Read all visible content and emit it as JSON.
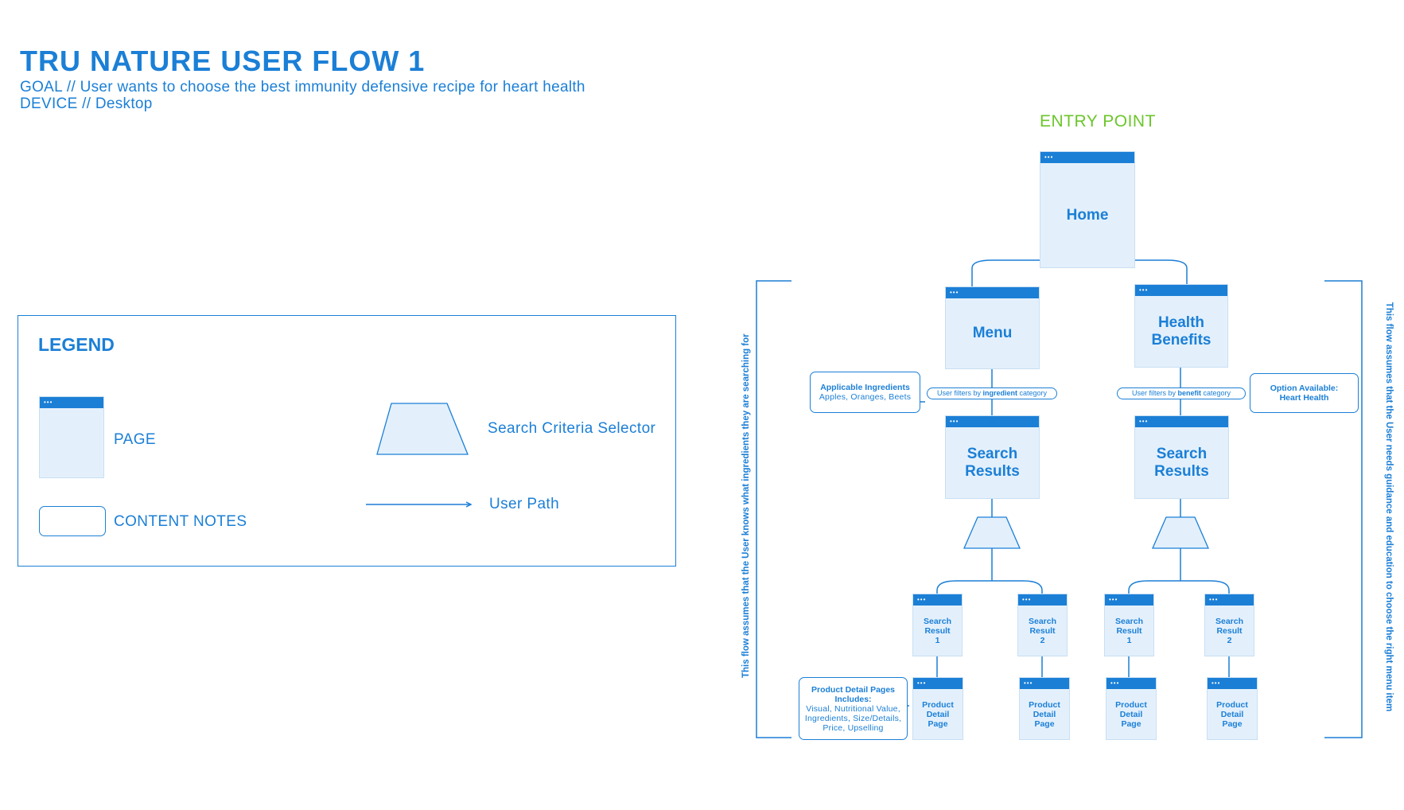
{
  "header": {
    "title": "TRU NATURE USER FLOW 1",
    "goal": "GOAL // User wants to choose the best immunity defensive recipe for heart health",
    "device": "DEVICE //  Desktop"
  },
  "entry_point": "ENTRY POINT",
  "legend": {
    "title": "LEGEND",
    "page": "PAGE",
    "content_notes": "CONTENT NOTES",
    "search_criteria_selector": "Search Criteria Selector",
    "user_path": "User Path"
  },
  "nodes": {
    "home": "Home",
    "menu": "Menu",
    "health_benefits": "Health\nBenefits",
    "search_results_left": "Search\nResults",
    "search_results_right": "Search\nResults",
    "search_result_l1": "Search\nResult\n1",
    "search_result_l2": "Search\nResult\n2",
    "search_result_r1": "Search\nResult\n1",
    "search_result_r2": "Search\nResult\n2",
    "pdp_l1": "Product\nDetail\nPage",
    "pdp_l2": "Product\nDetail\nPage",
    "pdp_r1": "Product\nDetail\nPage",
    "pdp_r2": "Product\nDetail\nPage"
  },
  "notes": {
    "ingredients_title": "Applicable Ingredients",
    "ingredients_text": "Apples, Oranges, Beets",
    "option_title": "Option Available:\nHeart Health",
    "pdp_title": "Product Detail Pages\nIncludes:",
    "pdp_text": "Visual, Nutritional Value,\nIngredients, Size/Details,\nPrice, Upselling"
  },
  "filters": {
    "left_prefix": "User filters by ",
    "left_bold": "ingredient",
    "left_suffix": " category",
    "right_prefix": "User filters by ",
    "right_bold": "benefit",
    "right_suffix": " category"
  },
  "side_notes": {
    "left": "This flow assumes that the User knows what ingredients they are searching for",
    "right": "This flow assumes that the User needs guidance and education to choose the right menu item"
  },
  "colors": {
    "primary": "#1b7fd6",
    "page_fill": "#e3f0fc",
    "entry": "#6cc62c"
  },
  "icons": {
    "window_dots": "•••"
  }
}
